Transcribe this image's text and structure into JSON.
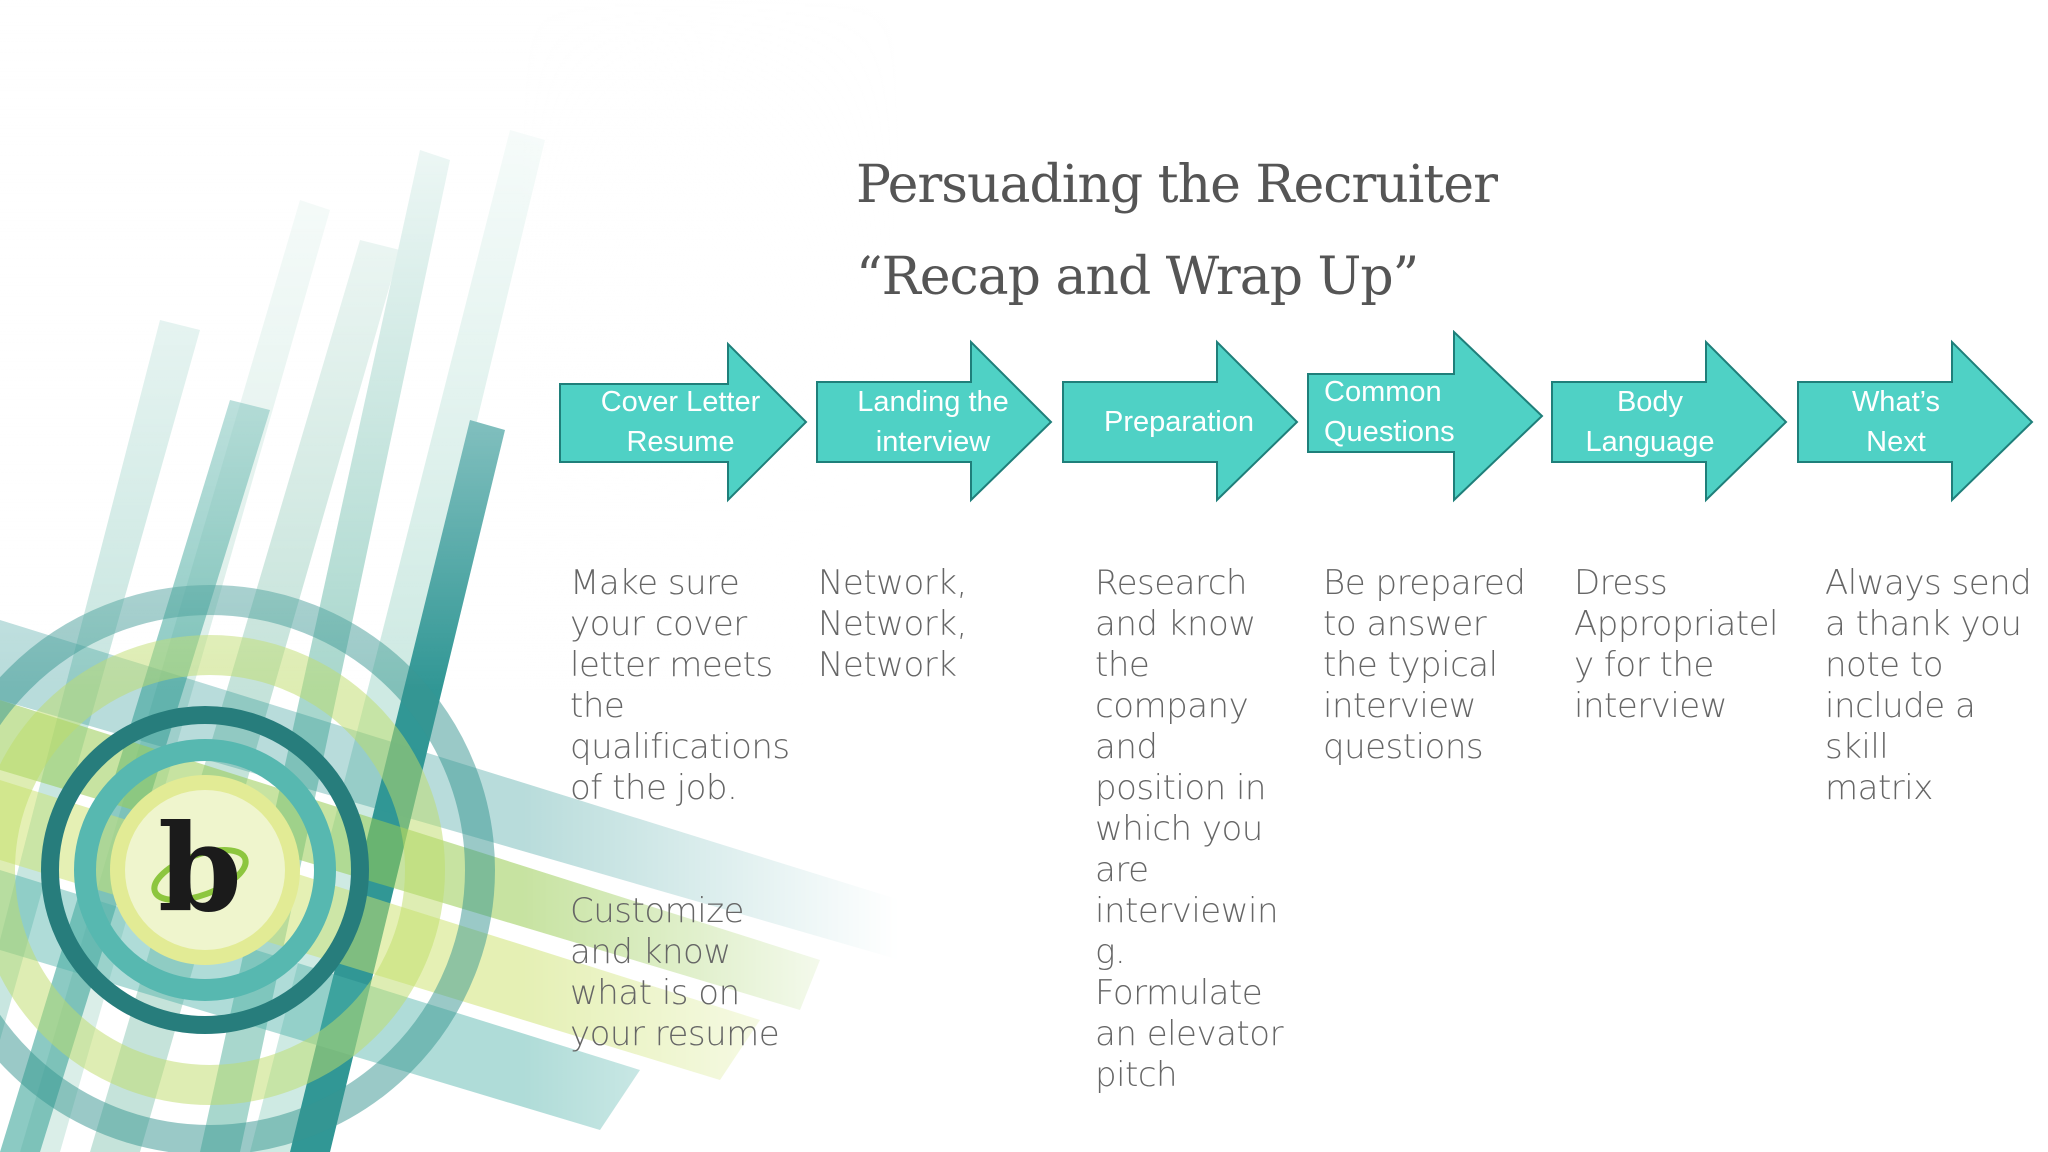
{
  "slide": {
    "title_line1": "Persuading the Recruiter",
    "title_line2": "“Recap and Wrap Up”",
    "colors": {
      "arrow_fill": "#4fd1c5",
      "arrow_stroke": "#1f7f7a",
      "text": "#666666",
      "title": "#555555"
    },
    "logo_icon": "b-letter-logo",
    "steps": [
      {
        "label": "Cover Letter\nResume",
        "text": [
          "Make sure\nyour cover\nletter meets\nthe\nqualifications\nof the job.",
          "Customize\nand know\nwhat is on\nyour resume"
        ]
      },
      {
        "label": "Landing the\ninterview",
        "text": [
          "Network,\nNetwork,\nNetwork"
        ]
      },
      {
        "label": "Preparation",
        "text": [
          "Research\nand know\nthe\ncompany\nand\nposition in\nwhich you\nare\ninterviewin\ng.\nFormulate\nan elevator\npitch"
        ]
      },
      {
        "label": "Common\nQuestions",
        "text": [
          "Be prepared\nto answer\nthe typical\ninterview\nquestions"
        ]
      },
      {
        "label": "Body\nLanguage",
        "text": [
          "Dress\nAppropriatel\ny for the\ninterview"
        ]
      },
      {
        "label": "What’s\nNext",
        "text": [
          "Always send\na thank you\nnote to\ninclude a skill\nmatrix"
        ]
      }
    ]
  }
}
